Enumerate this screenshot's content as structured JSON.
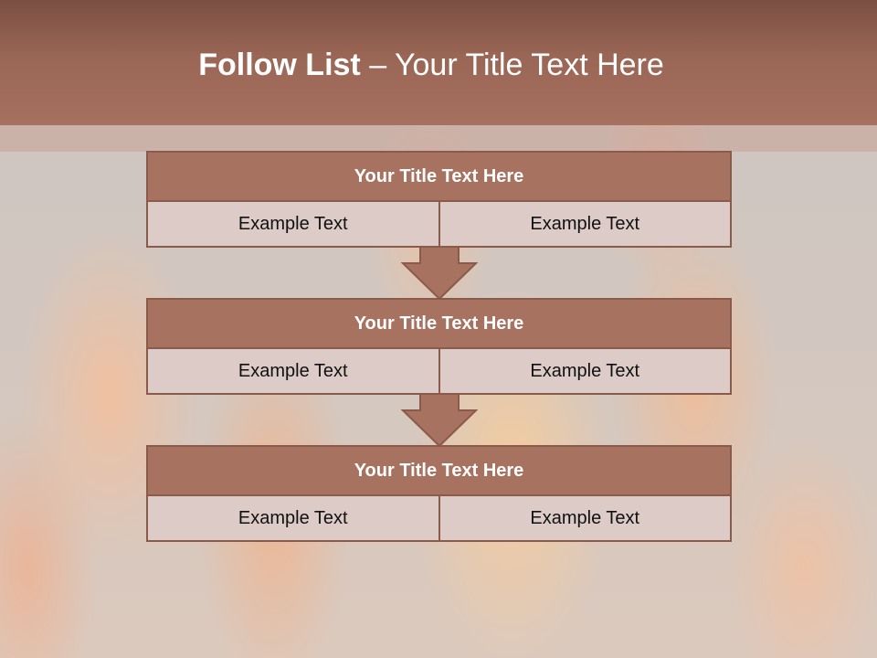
{
  "slide": {
    "title_bold": "Follow List",
    "title_rest": " – Your Title Text Here"
  },
  "blocks": [
    {
      "title": "Your Title Text Here",
      "left": "Example Text",
      "right": "Example Text"
    },
    {
      "title": "Your Title Text Here",
      "left": "Example Text",
      "right": "Example Text"
    },
    {
      "title": "Your Title Text Here",
      "left": "Example Text",
      "right": "Example Text"
    }
  ],
  "colors": {
    "header": "#9a6655",
    "block_title": "#a87261",
    "cell": "#dccbc6",
    "border": "#8a5a4a"
  }
}
